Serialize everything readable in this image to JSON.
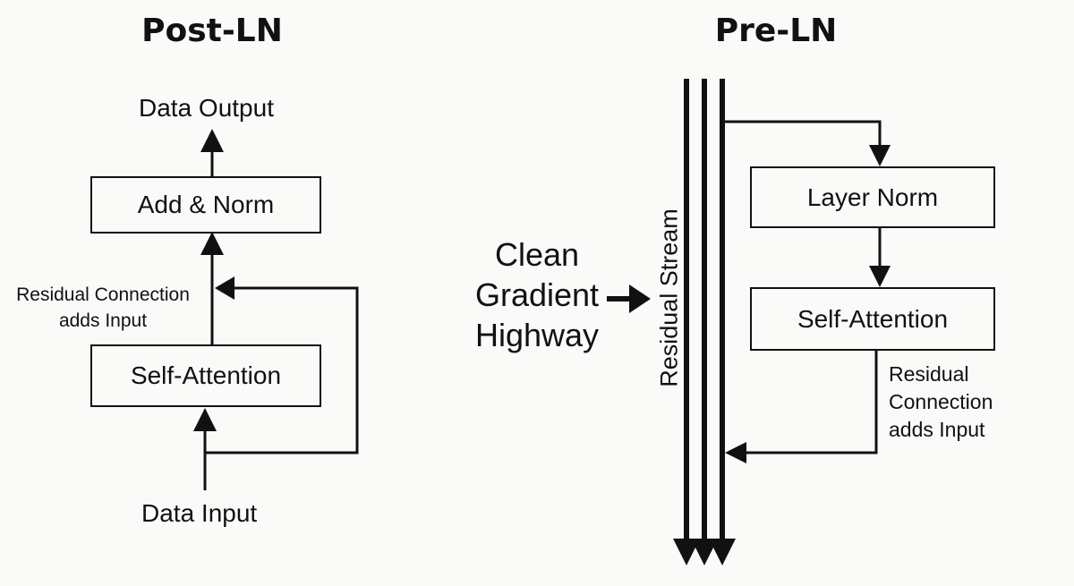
{
  "post_ln": {
    "title": "Post-LN",
    "output_label": "Data Output",
    "add_norm": "Add & Norm",
    "self_attention": "Self-Attention",
    "residual_note": [
      "Residual Connection",
      "adds Input"
    ],
    "input_label": "Data Input"
  },
  "pre_ln": {
    "title": "Pre-LN",
    "layer_norm": "Layer Norm",
    "self_attention": "Self-Attention",
    "residual_note": [
      "Residual",
      "Connection",
      "adds Input"
    ],
    "stream_label": "Residual Stream",
    "highway_label": [
      "Clean",
      "Gradient",
      "Highway"
    ]
  }
}
